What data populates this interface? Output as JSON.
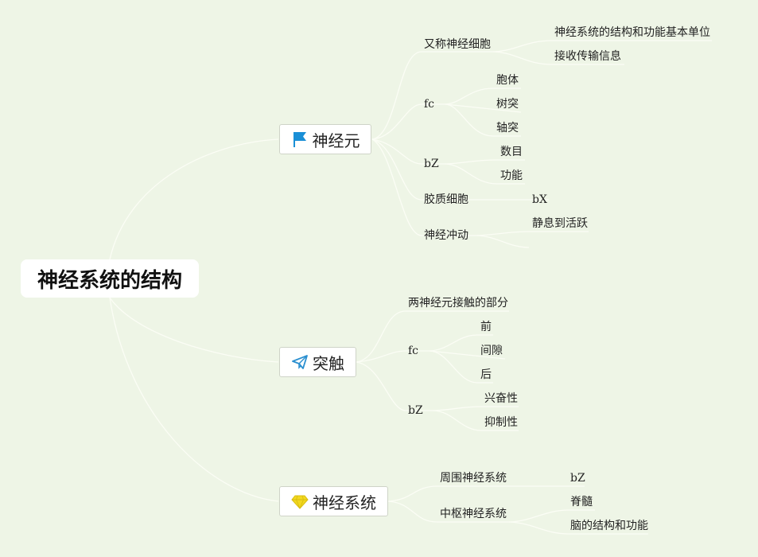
{
  "root": {
    "label": "神经系统的结构"
  },
  "branches": {
    "neuron": {
      "label": "神经元",
      "icon": "blue-flag-icon",
      "a": {
        "label": "又称神经细胞",
        "c1": "神经系统的结构和功能基本单位",
        "c2": "接收传输信息"
      },
      "b": {
        "label": "fc",
        "c1": "胞体",
        "c2": "树突",
        "c3": "轴突"
      },
      "c": {
        "label": "bZ",
        "c1": "数目",
        "c2": "功能"
      },
      "d": {
        "label": "胶质细胞",
        "c1": "bX"
      },
      "e": {
        "label": "神经冲动",
        "c1": "静息到活跃"
      }
    },
    "synapse": {
      "label": "突触",
      "icon": "paper-plane-icon",
      "a": {
        "label": "两神经元接触的部分"
      },
      "b": {
        "label": "fc",
        "c1": "前",
        "c2": "间隙",
        "c3": "后"
      },
      "c": {
        "label": "bZ",
        "c1": "兴奋性",
        "c2": "抑制性"
      }
    },
    "system": {
      "label": "神经系统",
      "icon": "diamond-icon",
      "a": {
        "label": "周围神经系统",
        "c1": "bZ"
      },
      "b": {
        "label": "中枢神经系统",
        "c1": "脊髓",
        "c2": "脑的结构和功能"
      }
    }
  },
  "colors": {
    "background": "#eef5e6",
    "connector": "#fbfdf5",
    "flag": "#1a8fd6",
    "plane": "#2a8fd0",
    "diamond": "#f2d81f"
  }
}
